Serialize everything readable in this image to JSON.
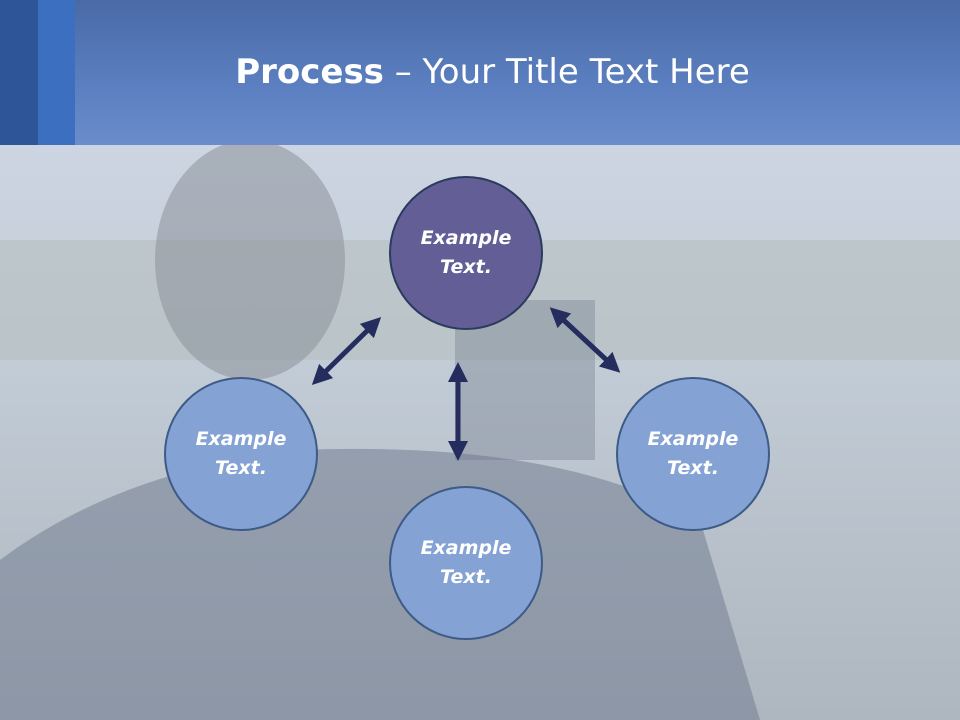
{
  "slide": {
    "title_bold": "Process",
    "title_rest": " – Your Title Text Here"
  },
  "nodes": {
    "top": "Example\nText.",
    "left": "Example\nText.",
    "right": "Example\nText.",
    "bottom": "Example\nText."
  },
  "colors": {
    "header": "#5b7fc0",
    "accent_dark": "#2e5597",
    "accent_light": "#3d6fc0",
    "node_primary": "#635f96",
    "node_secondary": "#84a2d4",
    "arrow": "#252d5e"
  }
}
